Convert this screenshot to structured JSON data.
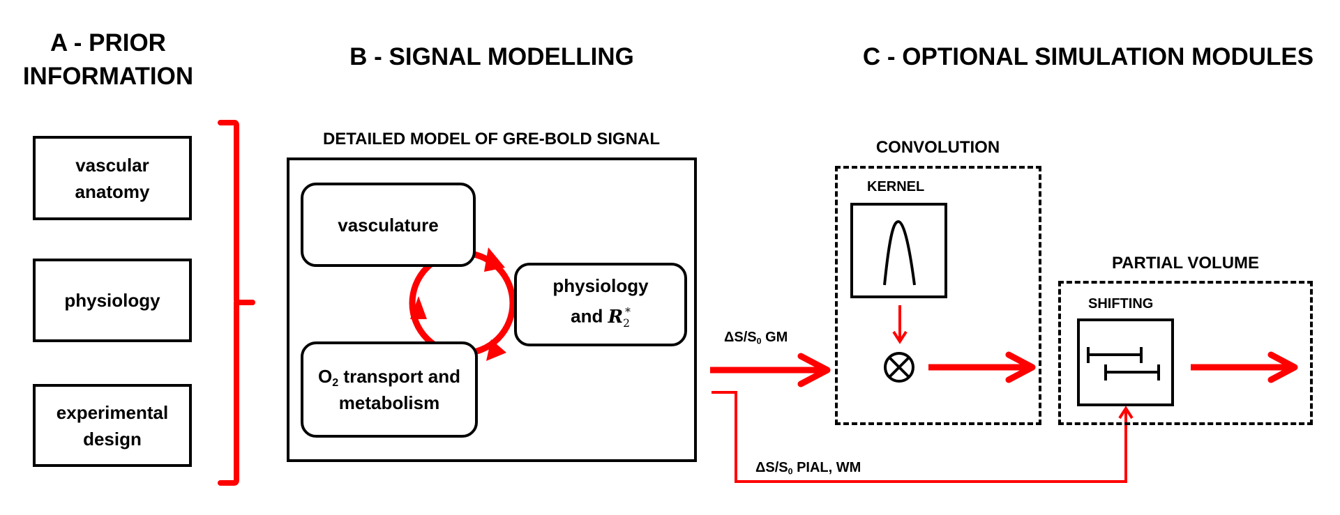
{
  "sections": {
    "a": {
      "title_line1": "A - PRIOR",
      "title_line2": "INFORMATION"
    },
    "b": {
      "title": "B - SIGNAL MODELLING",
      "subtitle": "DETAILED MODEL OF GRE-BOLD SIGNAL"
    },
    "c": {
      "title": "C - OPTIONAL SIMULATION MODULES"
    }
  },
  "prior_items": [
    {
      "line1": "vascular",
      "line2": "anatomy"
    },
    {
      "line1": "physiology",
      "line2": ""
    },
    {
      "line1": "experimental",
      "line2": "design"
    }
  ],
  "model": {
    "vasculature": "vasculature",
    "physiology_line1": "physiology",
    "physiology_line2_prefix": "and ",
    "physiology_symbol": "R",
    "physiology_symbol_sub": "2",
    "physiology_symbol_sup": "*",
    "o2_prefix": "O",
    "o2_sub": "2",
    "o2_line1_rest": " transport and",
    "o2_line2": "metabolism"
  },
  "convolution": {
    "title": "CONVOLUTION",
    "kernel_label": "KERNEL",
    "operator_icon": "circled-times"
  },
  "partial_volume": {
    "title": "PARTIAL VOLUME",
    "shifting_label": "SHIFTING"
  },
  "signals": {
    "gm_prefix": "ΔS/S",
    "gm_sub": "0",
    "gm_suffix": " GM",
    "pial_prefix": "ΔS/S",
    "pial_sub": "0",
    "pial_suffix": " PIAL, WM"
  },
  "colors": {
    "arrow": "#ff0000",
    "stroke": "#000000"
  }
}
